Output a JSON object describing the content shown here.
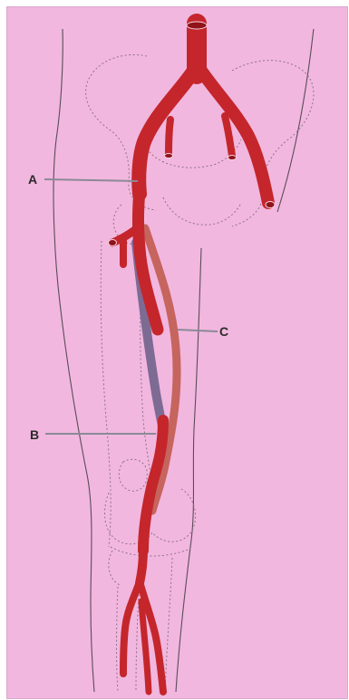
{
  "figure": {
    "background_color": "#f2b7df",
    "outline_color": "#5a4d58",
    "dotted_color": "#8d7486",
    "artery_color": "#c4262b",
    "artery_dark": "#8f1418",
    "graft_color": "#c6645e",
    "bypass_color": "#7d6b94",
    "leader_color": "#8a8a96"
  },
  "labels": {
    "a": "A",
    "b": "B",
    "c": "C"
  }
}
